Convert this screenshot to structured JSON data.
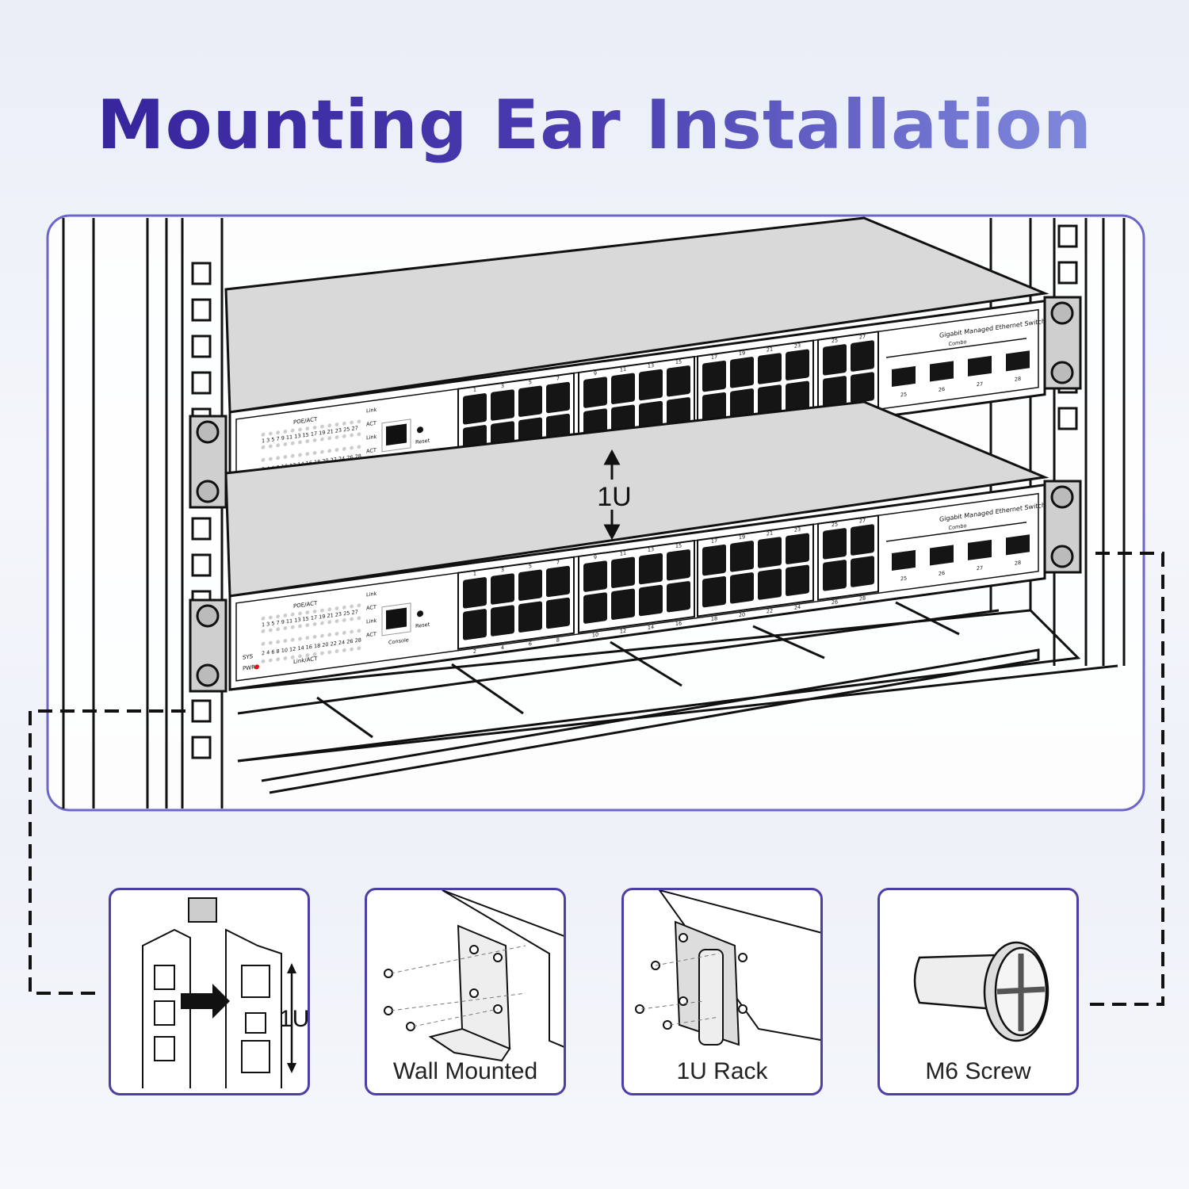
{
  "title": "Mounting Ear Installation",
  "colors": {
    "title_start": "#33209a",
    "title_end": "#8c9ae6",
    "frame": "#4b3fa6",
    "pwr_led": "#e01010"
  },
  "switch": {
    "model_label": "Gigabit Managed Ethernet Switch",
    "combo_label": "Combo",
    "console_label": "Console",
    "reset_label": "Reset",
    "led_labels": {
      "poe_act": "POE/ACT",
      "link_act": "Link/ACT",
      "sys": "SYS",
      "pwr": "PWR",
      "link": "Link",
      "act": "ACT"
    },
    "led_odd_numbers": "1 3 5 7 9 11 13 15 17 19 21 23 25 27",
    "led_even_numbers": "2 4 6 8 10 12 14 16 18 20 22 24 26 28",
    "port_top_numbers": [
      "1",
      "3",
      "5",
      "7",
      "9",
      "11",
      "13",
      "15",
      "17",
      "19",
      "21",
      "23",
      "25",
      "27"
    ],
    "port_bottom_numbers": [
      "2",
      "4",
      "6",
      "8",
      "10",
      "12",
      "14",
      "16",
      "18",
      "20",
      "22",
      "24",
      "26",
      "28"
    ],
    "sfp_numbers": [
      "25",
      "26",
      "27",
      "28"
    ]
  },
  "spacing_label": "1U",
  "panels": [
    {
      "label": "",
      "inner_label": "1U",
      "icon": "cage-nut-rack-icon"
    },
    {
      "label": "Wall Mounted",
      "icon": "wall-mount-bracket-icon"
    },
    {
      "label": "1U Rack",
      "icon": "rack-mount-bracket-icon"
    },
    {
      "label": "M6 Screw",
      "icon": "m6-screw-icon"
    }
  ]
}
